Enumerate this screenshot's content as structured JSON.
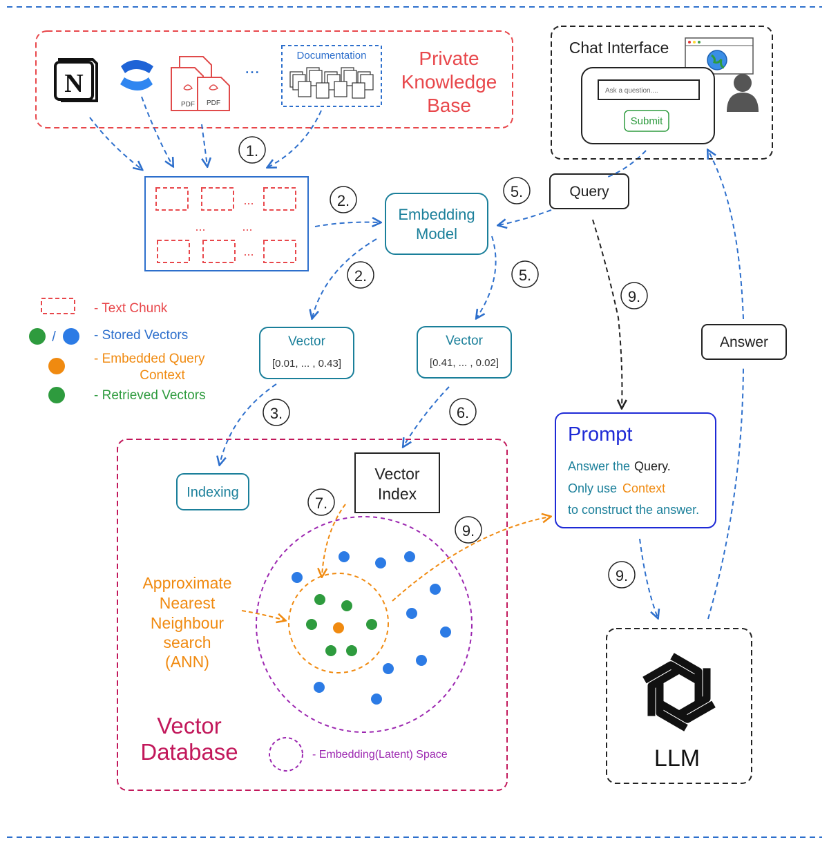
{
  "knowledge_base": {
    "title_line1": "Private",
    "title_line2": "Knowledge",
    "title_line3": "Base",
    "documentation_label": "Documentation",
    "pdf_label": "PDF",
    "ellipsis": "...",
    "notion_logo_letter": "N",
    "icons": [
      "notion-icon",
      "confluence-icon",
      "pdf-files-icon",
      "documentation-stack-icon"
    ]
  },
  "chunks": {
    "dots": "..."
  },
  "steps": {
    "s1": "1.",
    "s2": "2.",
    "s3": "3.",
    "s5": "5.",
    "s6": "6.",
    "s7": "7.",
    "s9": "9."
  },
  "embedding_model": {
    "line1": "Embedding",
    "line2": "Model"
  },
  "vector_left": {
    "title": "Vector",
    "value": "[0.01, ... , 0.43]"
  },
  "vector_right": {
    "title": "Vector",
    "value": "[0.41, ... , 0.02]"
  },
  "legend": {
    "text_chunk": "- Text Chunk",
    "stored_vectors": "- Stored Vectors",
    "stored_separator": "/",
    "embedded_query_line1": "- Embedded Query",
    "embedded_query_line2": "Context",
    "retrieved_vectors": "- Retrieved Vectors",
    "embedding_space": "- Embedding(Latent) Space"
  },
  "chat": {
    "title": "Chat Interface",
    "placeholder": "Ask a question....",
    "submit": "Submit"
  },
  "query_label": "Query",
  "answer_label": "Answer",
  "prompt": {
    "title": "Prompt",
    "line1_a": "Answer the",
    "line1_b": "Query.",
    "line2_a": "Only use",
    "line2_b": "Context",
    "line3": "to construct the answer."
  },
  "llm_label": "LLM",
  "vector_db": {
    "title_line1": "Vector",
    "title_line2": "Database",
    "indexing": "Indexing",
    "index_line1": "Vector",
    "index_line2": "Index",
    "ann_line1": "Approximate",
    "ann_line2": "Nearest",
    "ann_line3": "Neighbour",
    "ann_line4": "search",
    "ann_line5": "(ANN)"
  },
  "colors": {
    "red_dashed": "#e8474b",
    "blue_arrow": "#2d6fcc",
    "teal": "#1a7f9a",
    "orange": "#f08a10",
    "green_dot": "#2e9b3e",
    "blue_dot": "#2c7be5",
    "magenta": "#c2185b",
    "purple": "#9c27b0",
    "prompt_blue": "#1e2ad6",
    "black": "#222222"
  }
}
